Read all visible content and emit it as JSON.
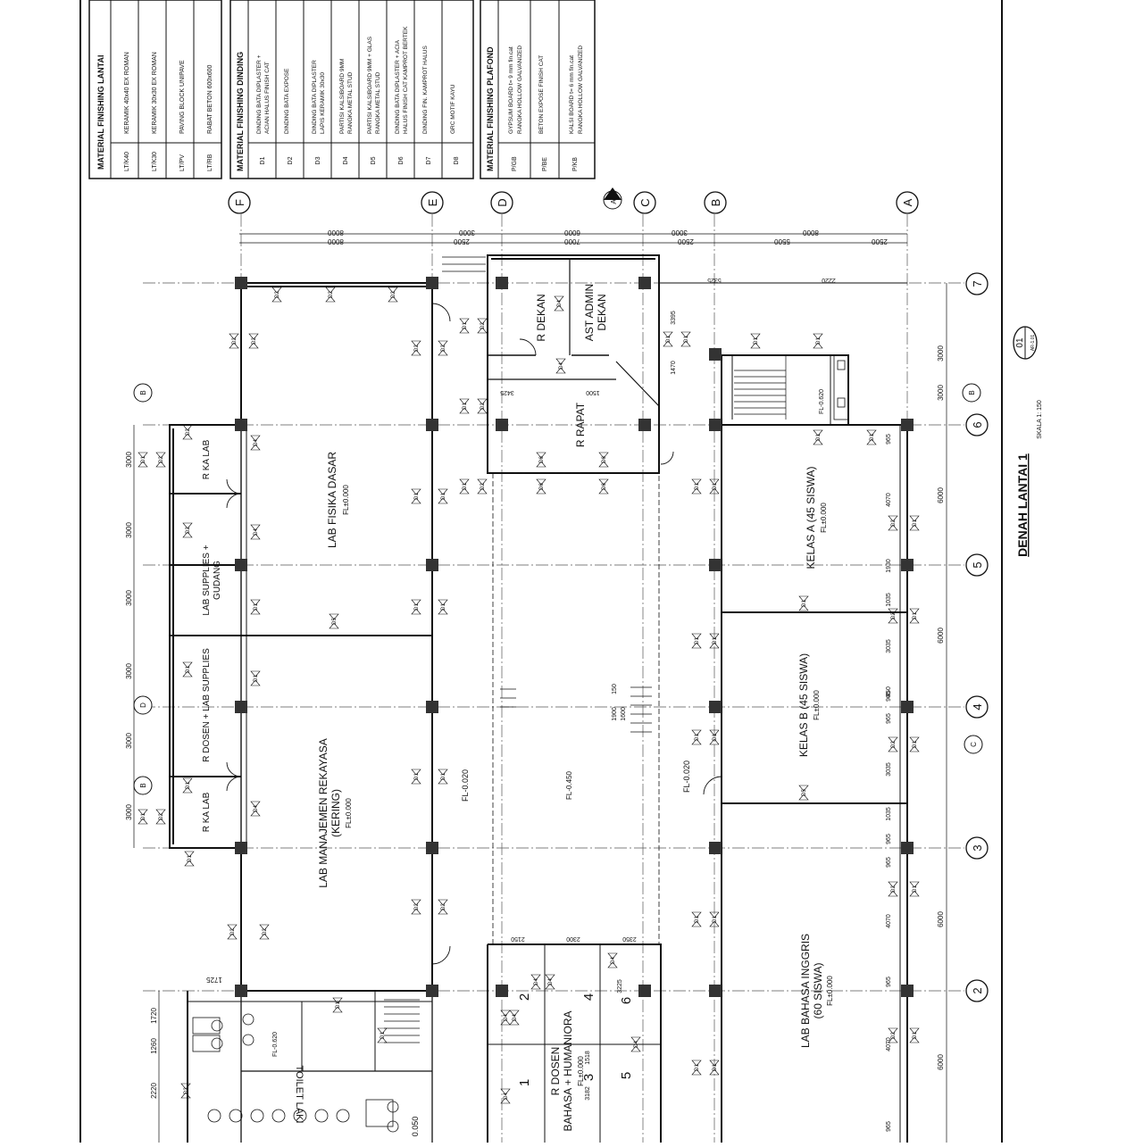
{
  "title_block": {
    "title": "DENAH LANTAI 1",
    "scale": "SKALA 1: 150",
    "sheet_no": "01",
    "sheet_ref": "AR-1.01"
  },
  "legend_lantai": {
    "heading": "MATERIAL FINISHING LANTAI",
    "items": [
      {
        "code": "LT/K40",
        "desc": "KERAMIK 40x40 EX ROMAN"
      },
      {
        "code": "LT/K30",
        "desc": "KERAMIK 30x30 EX ROMAN"
      },
      {
        "code": "LT/PV",
        "desc": "PAVING BLOCK UNIPAVE"
      },
      {
        "code": "LT/RB",
        "desc": "RABAT BETON 600x600"
      }
    ]
  },
  "legend_dinding": {
    "heading": "MATERIAL FINISHING DINDING",
    "items": [
      {
        "code": "D1",
        "desc": "DINDING BATA DIPLASTER +",
        "desc2": "ACIAN HALUS FINISH CAT"
      },
      {
        "code": "D2",
        "desc": "DINDING BATA EXPOSE",
        "desc2": ""
      },
      {
        "code": "D3",
        "desc": "DINDING BATA DIPLASTER",
        "desc2": "LAPIS KERAMIK 30x30"
      },
      {
        "code": "D4",
        "desc": "PARTISI KALSIBOARD 9MM",
        "desc2": "RANGKA METAL STUD"
      },
      {
        "code": "D5",
        "desc": "PARTISI KALSIBOARD 9MM + GLAS",
        "desc2": "RANGKA METAL STUD"
      },
      {
        "code": "D6",
        "desc": "DINDING BATA DIPLASTER + ACIA",
        "desc2": "HALUS FINISH CAT KAMPROT BERTEK"
      },
      {
        "code": "D7",
        "desc": "DINDING FIN. KAMPROT HALUS",
        "desc2": ""
      },
      {
        "code": "D8",
        "desc": "GRC MOTIF KAYU",
        "desc2": ""
      }
    ]
  },
  "legend_plafond": {
    "heading": "MATERIAL FINISHING PLAFOND",
    "items": [
      {
        "code": "P/GB",
        "desc": "GYPSUM BOARD t= 9 mm fin.cat",
        "desc2": "RANGKA HOLLOW GALVANIZED"
      },
      {
        "code": "P/BE",
        "desc": "BETON EXPOSE FINISH CAT",
        "desc2": ""
      },
      {
        "code": "P/KB",
        "desc": "KALSI BOARD t= 6 mm fin.cat",
        "desc2": "RANGKA HOLLOW GALVANIZED"
      }
    ]
  },
  "grid_letters": [
    "F",
    "E",
    "D",
    "C",
    "B",
    "A"
  ],
  "grid_numbers": [
    "7",
    "6",
    "5",
    "4",
    "3",
    "2"
  ],
  "top_dims": {
    "row1": [
      "8000",
      "3000",
      "6000",
      "3000",
      "8000"
    ],
    "row2": [
      "8000",
      "2500",
      "7000",
      "2500",
      "5500",
      "2500"
    ]
  },
  "right_dims": [
    "3000",
    "3000",
    "6000",
    "6000",
    "6000",
    "6000"
  ],
  "rooms": {
    "lab_fisika": {
      "name": "LAB FISIKA DASAR",
      "fl": "FL±0.000"
    },
    "r_ka_lab_top": {
      "name": "R KA LAB"
    },
    "lab_supplies_gudang": {
      "name": "LAB SUPPLIES +",
      "name2": "GUDANG"
    },
    "r_dosen_lab": {
      "name": "R DOSEN + LAB SUPPLIES"
    },
    "r_ka_lab_bottom": {
      "name": "R KA LAB"
    },
    "lab_manajemen": {
      "name": "LAB MANAJEMEN REKAYASA",
      "name2": "(KERING)",
      "fl": "FL±0.000"
    },
    "r_dekan": {
      "name": "R DEKAN"
    },
    "ast_admin": {
      "name": "AST ADMIN",
      "name2": "DEKAN"
    },
    "r_rapat": {
      "name": "R RAPAT"
    },
    "corridor_left_fl": "FL-0.020",
    "atrium_fl": "FL-0.450",
    "corridor_right_fl": "FL-0.020",
    "kelas_a": {
      "name": "KELAS A (45 SISWA)",
      "fl": "FL±0.000"
    },
    "kelas_b": {
      "name": "KELAS B (45 SISWA)",
      "fl": "FL±0.000"
    },
    "lab_bahasa": {
      "name": "LAB BAHASA INGGRIS",
      "name2": "(60 SISWA)",
      "fl": "FL±0.000"
    },
    "r_dosen_bahasa": {
      "name": "R DOSEN",
      "name2": "BAHASA + HUMANIORA",
      "fl": "FL±0.000"
    },
    "toilet_laki": {
      "name": "TOILET LAKI"
    },
    "pantry_fl": "FL-0.620",
    "toilet_fl": "FL-0.620"
  },
  "cubicles": [
    "1",
    "2",
    "3",
    "4",
    "5",
    "6"
  ],
  "wall_codes": [
    "D1",
    "D2",
    "D3",
    "D4",
    "D5",
    "D6"
  ],
  "section_marks": [
    "A",
    "B",
    "C",
    "D"
  ],
  "misc_dims": {
    "rapat_w": "3425",
    "rapat_w2": "1500",
    "admin_w": "3395",
    "admin_h": "1470",
    "dekan_h": "5325",
    "dekan_h2": "2220",
    "center_1": "1900",
    "center_2": "1600",
    "center_3": "150",
    "dosen_w": [
      "2150",
      "2300",
      "2350"
    ],
    "dosen_h": [
      "3225",
      "1518",
      "3182"
    ],
    "toilet_w": [
      "1725",
      "1720",
      "1260",
      "2220"
    ],
    "kelas_dims": [
      "965",
      "4070",
      "1930",
      "1035",
      "3035",
      "965",
      "450",
      "965",
      "3035",
      "1035",
      "965",
      "965",
      "4070",
      "965",
      "4070",
      "965"
    ],
    "bottom_fl": "0.050"
  }
}
